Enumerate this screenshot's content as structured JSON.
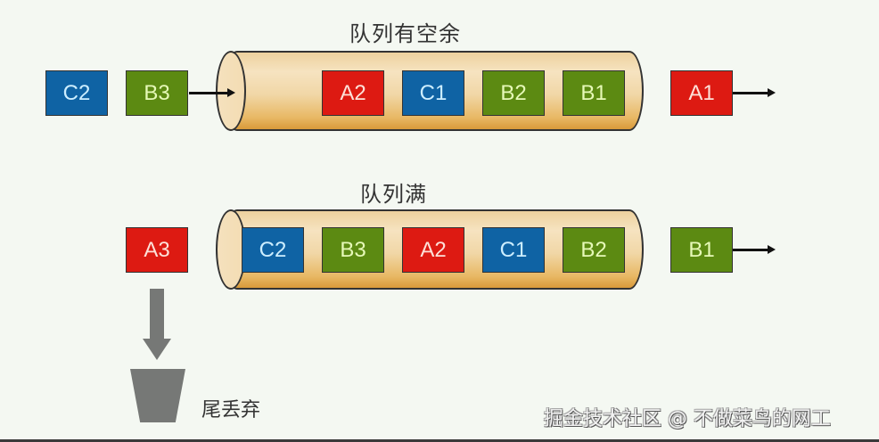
{
  "top": {
    "title": "队列有空余",
    "waiting": [
      {
        "label": "C2",
        "color": "blue"
      },
      {
        "label": "B3",
        "color": "green"
      }
    ],
    "queue": [
      {
        "label": "A2",
        "color": "red"
      },
      {
        "label": "C1",
        "color": "blue"
      },
      {
        "label": "B2",
        "color": "green"
      },
      {
        "label": "B1",
        "color": "green"
      }
    ],
    "output": {
      "label": "A1",
      "color": "red"
    }
  },
  "bottom": {
    "title": "队列满",
    "rejected": {
      "label": "A3",
      "color": "red"
    },
    "queue": [
      {
        "label": "C2",
        "color": "blue"
      },
      {
        "label": "B3",
        "color": "green"
      },
      {
        "label": "A2",
        "color": "red"
      },
      {
        "label": "C1",
        "color": "blue"
      },
      {
        "label": "B2",
        "color": "green"
      }
    ],
    "output": {
      "label": "B1",
      "color": "green"
    },
    "drop_caption": "尾丢弃"
  },
  "icons": [
    "right-arrow-icon",
    "down-arrow-icon",
    "trash-bin-icon"
  ],
  "colors": {
    "red": "#dd1a12",
    "blue": "#0f63a4",
    "green": "#5c8a12",
    "tube": "#f1d7a6",
    "gray": "#767876"
  },
  "watermark": "掘金技术社区 @ 不做菜鸟的网工"
}
